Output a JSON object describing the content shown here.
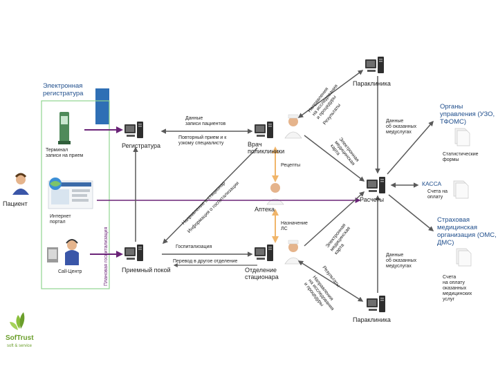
{
  "nodes": {
    "paraclinic_top": "Параклиника",
    "paraclinic_bottom": "Параклиника",
    "registry": "Регистратура",
    "doctor": "Врач\nполиклиники",
    "pharmacy": "Аптека",
    "admission": "Приемный покой",
    "inpatient": "Отделение\nстационара",
    "payments": "Расчеты",
    "patient": "Пациент",
    "terminal": "Терминал\nзаписи на прием",
    "portal": "Интернет\nпортал",
    "callcenter": "Call-Центр"
  },
  "groups": {
    "e_registry": "Электронная\nрегистратура",
    "planned_hosp": "Плановая госпитализация"
  },
  "external": {
    "authorities": "Органы\nуправления (УЗО,\nТФОМС)",
    "stat_forms": "Статистические\nформы",
    "cashier": "КАССА",
    "bills": "Счета на\nоплату",
    "insurance": "Страховая\nмедицинская\nорганизация (ОМС,\nДМС)",
    "bills_services": "Счета\nна оплату\nоказанных\nмедицинских\nуслуг"
  },
  "flows": {
    "patient_data": "Данные\nзаписи пациентов",
    "repeat_visit": "Повторный прием и к\nузкому специалисту",
    "direction_dispensary": "Направление в стационар",
    "hosp_info": "Информация о госпитализации",
    "prescriptions": "Рецепты",
    "assign_ls": "Назначение\nЛС",
    "hospitalization": "Госпитализация",
    "transfer": "Перевод в другое отделение",
    "data_services_top": "Данные\nоб оказанных\nмедуслугах",
    "data_services_bottom": "Данные\nоб оказанных\nмедуслугах",
    "dir_top": "Направления\nна исследования\nи процедуры",
    "results_top": "Результаты",
    "emr_top": "Электронная\nмедицинская\nкарта",
    "emr_bottom": "Электронная\nмедицинская\nкарта",
    "results_bottom": "Результаты",
    "dir_bottom": "Направления\nна исследования\nи процедуры"
  },
  "logo": {
    "name": "SofTrust",
    "tagline": "soft & service"
  },
  "colors": {
    "arrow_dark": "#5a5a5a",
    "arrow_purple": "#6a2377",
    "panel_blue": "#2f6fb5",
    "group_green": "#8fd48f",
    "arrow_orange": "#f0b56a"
  }
}
